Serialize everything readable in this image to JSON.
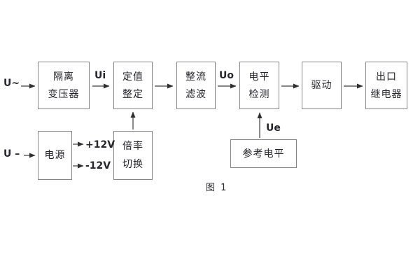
{
  "diagram": {
    "caption": "图 1",
    "palette": {
      "background": "#ffffff",
      "box_border": "#848484",
      "wire": "#3c3c3c",
      "text": "#23232b"
    },
    "blocks": [
      {
        "id": "isolation-transformer",
        "lines": [
          "隔离",
          "变压器"
        ]
      },
      {
        "id": "setting-adjust",
        "lines": [
          "定值",
          "整定"
        ]
      },
      {
        "id": "rectifier-filter",
        "lines": [
          "整流",
          "滤波"
        ]
      },
      {
        "id": "level-detect",
        "lines": [
          "电平",
          "检测"
        ]
      },
      {
        "id": "driver",
        "lines": [
          "驱动"
        ]
      },
      {
        "id": "output-relay",
        "lines": [
          "出口",
          "继电器"
        ]
      },
      {
        "id": "power-supply",
        "lines": [
          "电源"
        ]
      },
      {
        "id": "ratio-switch",
        "lines": [
          "倍率",
          "切换"
        ]
      },
      {
        "id": "reference-level",
        "lines": [
          "参考电平"
        ]
      }
    ],
    "signals": {
      "ac_input": "U~",
      "dc_input": "U –",
      "ui": "Ui",
      "uo": "Uo",
      "ue": "Ue",
      "plus12v": "+12V",
      "minus12v": "-12V"
    }
  }
}
